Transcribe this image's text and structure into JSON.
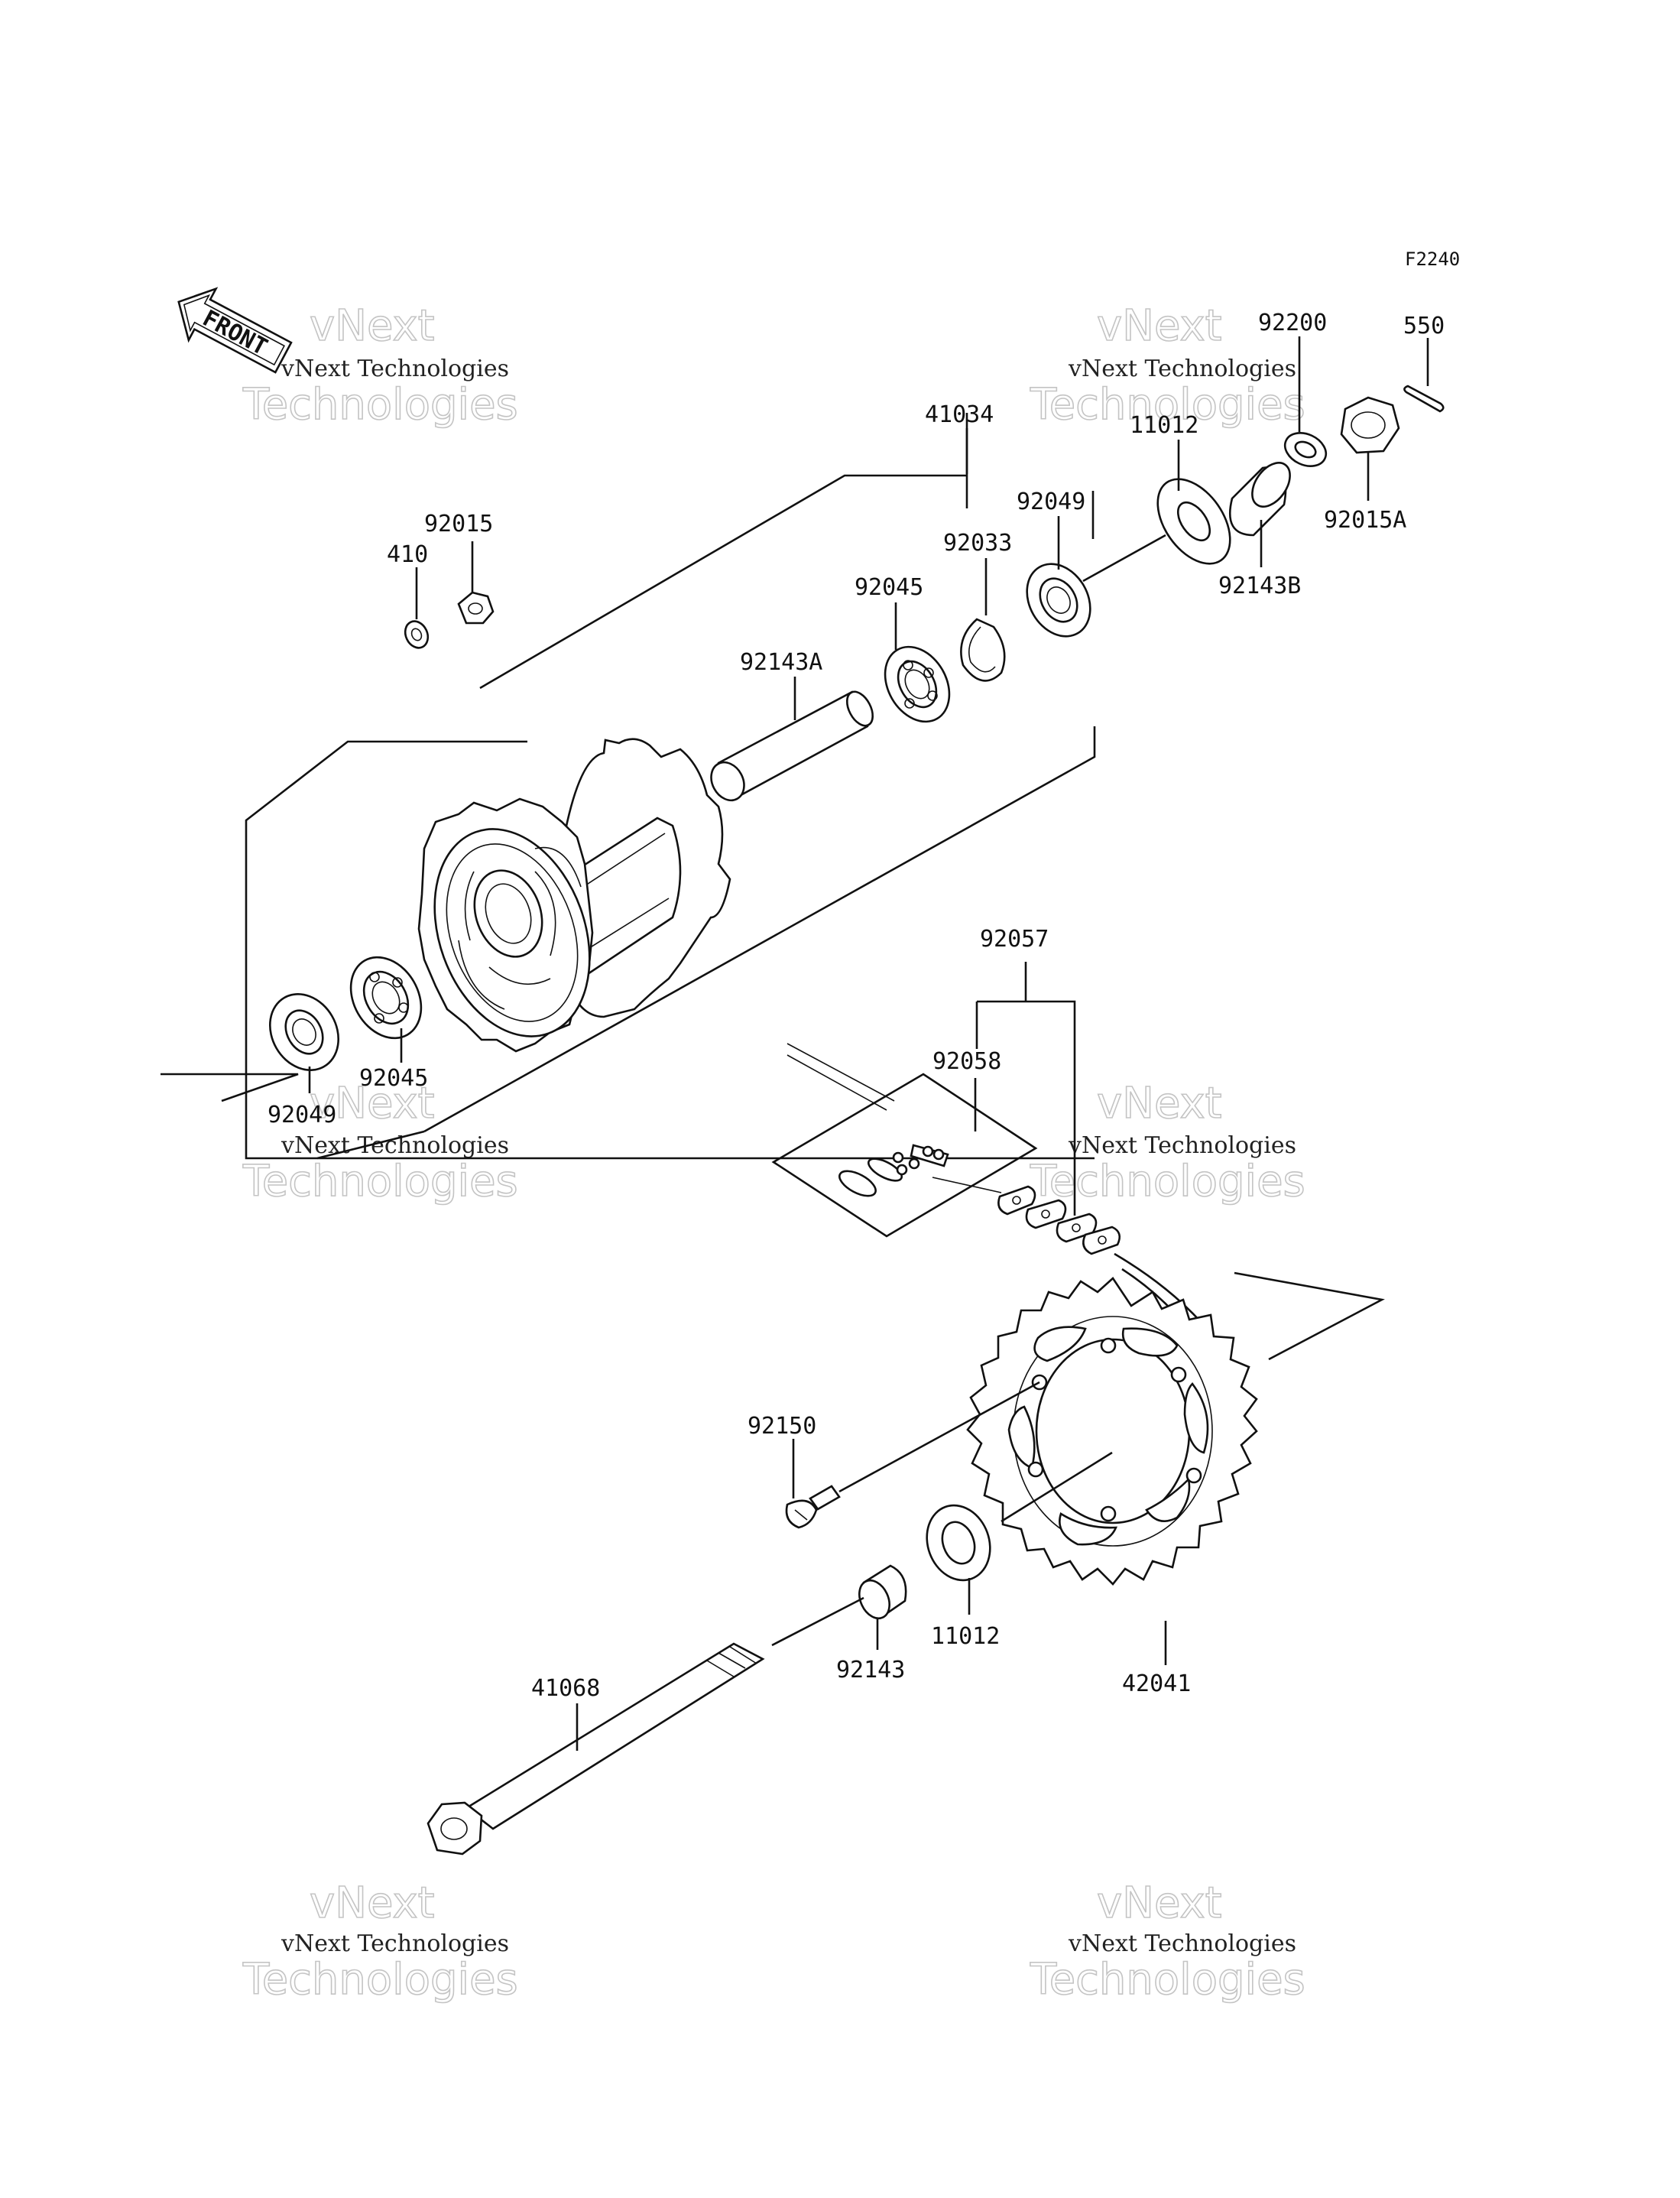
{
  "diagram_code": "F2240",
  "front_marker": "FRONT",
  "watermark": {
    "line1": "vNext",
    "line2": "vNext Technologies",
    "line3": "Technologies"
  },
  "parts": {
    "p550": "550",
    "p92200": "92200",
    "p92015A": "92015A",
    "p11012_top": "11012",
    "p92143B": "92143B",
    "p41034": "41034",
    "p92049_top": "92049",
    "p92033": "92033",
    "p92045_top": "92045",
    "p92143A": "92143A",
    "p92015": "92015",
    "p410": "410",
    "p92045_left": "92045",
    "p92049_left": "92049",
    "p92057": "92057",
    "p92058": "92058",
    "p92150": "92150",
    "p11012_bottom": "11012",
    "p92143": "92143",
    "p42041": "42041",
    "p41068": "41068"
  }
}
